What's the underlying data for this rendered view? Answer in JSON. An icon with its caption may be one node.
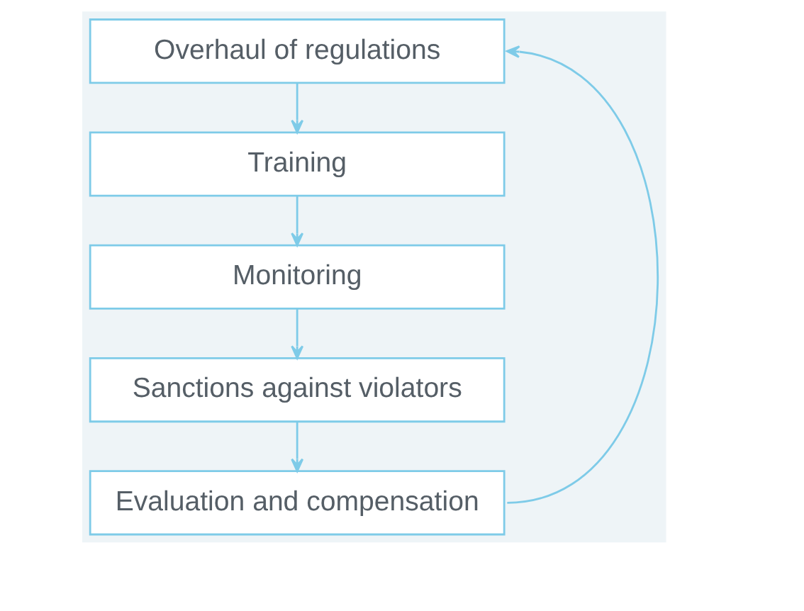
{
  "diagram": {
    "nodes": [
      {
        "text": [
          "Overhaul of regulations"
        ]
      },
      {
        "text": [
          "Training"
        ]
      },
      {
        "text": [
          "Monitoring"
        ]
      },
      {
        "text": [
          "Sanctions against violators"
        ]
      },
      {
        "text": [
          "Evaluation and compensation"
        ]
      }
    ],
    "edges": [
      {
        "from": 0,
        "to": 1,
        "arrow": "to"
      },
      {
        "from": 1,
        "to": 2,
        "arrow": "to"
      },
      {
        "from": 2,
        "to": 3,
        "arrow": "to"
      },
      {
        "from": 3,
        "to": 4,
        "arrow": "to"
      },
      {
        "from": 4,
        "to": 0,
        "arrow": "to"
      }
    ]
  }
}
